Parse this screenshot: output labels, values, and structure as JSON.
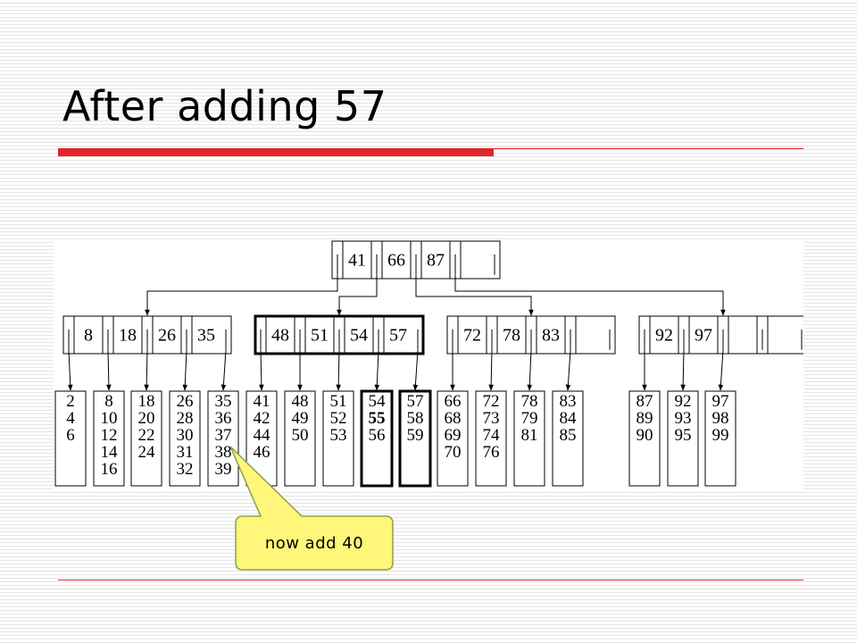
{
  "slide": {
    "title": "After adding 57"
  },
  "tree": {
    "root": {
      "keys": [
        "41",
        "66",
        "87"
      ],
      "slots": 4
    },
    "internal": [
      {
        "keys": [
          "8",
          "18",
          "26",
          "35"
        ],
        "slots": 4,
        "highlight": false
      },
      {
        "keys": [
          "48",
          "51",
          "54",
          "57"
        ],
        "slots": 4,
        "highlight": true
      },
      {
        "keys": [
          "72",
          "78",
          "83"
        ],
        "slots": 4,
        "highlight": false
      },
      {
        "keys": [
          "92",
          "97"
        ],
        "slots": 4,
        "highlight": false
      }
    ],
    "leaves": [
      {
        "parent": 0,
        "values": [
          "2",
          "4",
          "6"
        ]
      },
      {
        "parent": 0,
        "values": [
          "8",
          "10",
          "12",
          "14",
          "16"
        ]
      },
      {
        "parent": 0,
        "values": [
          "18",
          "20",
          "22",
          "24"
        ]
      },
      {
        "parent": 0,
        "values": [
          "26",
          "28",
          "30",
          "31",
          "32"
        ]
      },
      {
        "parent": 0,
        "values": [
          "35",
          "36",
          "37",
          "38",
          "39"
        ]
      },
      {
        "parent": 1,
        "values": [
          "41",
          "42",
          "44",
          "46"
        ]
      },
      {
        "parent": 1,
        "values": [
          "48",
          "49",
          "50"
        ]
      },
      {
        "parent": 1,
        "values": [
          "51",
          "52",
          "53"
        ]
      },
      {
        "parent": 1,
        "values": [
          "54",
          "55",
          "56"
        ],
        "bold_value": "55",
        "highlight": true
      },
      {
        "parent": 1,
        "values": [
          "57",
          "58",
          "59"
        ],
        "highlight": true
      },
      {
        "parent": 2,
        "values": [
          "66",
          "68",
          "69",
          "70"
        ]
      },
      {
        "parent": 2,
        "values": [
          "72",
          "73",
          "74",
          "76"
        ]
      },
      {
        "parent": 2,
        "values": [
          "78",
          "79",
          "81"
        ]
      },
      {
        "parent": 2,
        "values": [
          "83",
          "84",
          "85"
        ]
      },
      {
        "parent": 3,
        "values": [
          "87",
          "89",
          "90"
        ]
      },
      {
        "parent": 3,
        "values": [
          "92",
          "93",
          "95"
        ]
      },
      {
        "parent": 3,
        "values": [
          "97",
          "98",
          "99"
        ]
      }
    ]
  },
  "callout": {
    "text": "now add 40",
    "fill": "#fff67a",
    "stroke": "#8aa04a"
  },
  "colors": {
    "accent": "#e0262a",
    "node_stroke": "#000000"
  }
}
